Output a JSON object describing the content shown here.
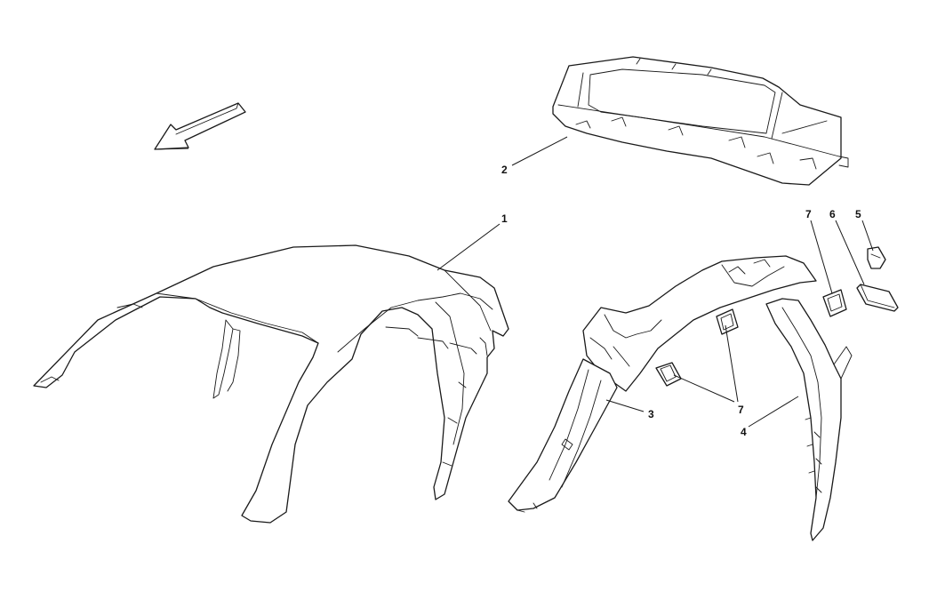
{
  "callouts": {
    "c1": "1",
    "c2": "2",
    "c3": "3",
    "c4": "4",
    "c5": "5",
    "c6": "6",
    "c7a": "7",
    "c7b": "7"
  },
  "icons": {
    "direction_arrow": "direction-arrow-icon"
  },
  "colors": {
    "line": "#1a1a1a",
    "background": "#ffffff"
  }
}
